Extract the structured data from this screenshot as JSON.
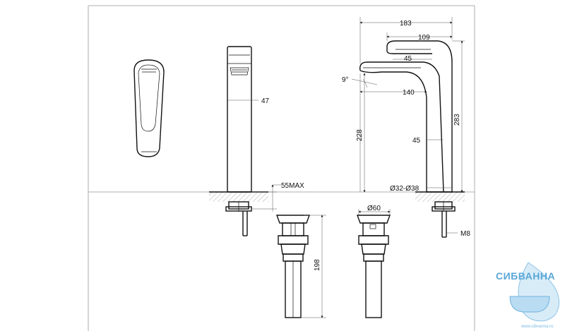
{
  "dimensions": {
    "spout_depth": "47",
    "drain_max": "55MAX",
    "overall_width": "183",
    "handle_width": "109",
    "handle_angle": "45",
    "spout_tilt": "9°",
    "spout_length": "140",
    "spout_height": "228",
    "body_angle": "45",
    "overall_height": "283",
    "hole_diameter": "Ø32-Ø38",
    "drain_diameter": "Ø60",
    "drain_length": "198",
    "thread": "M8"
  },
  "watermark": {
    "brand": "СИБВАННА",
    "url": "www.sibvanna.ru"
  },
  "colors": {
    "line": "#111111",
    "frame": "#999999",
    "watermark": "#5aa7d8"
  }
}
